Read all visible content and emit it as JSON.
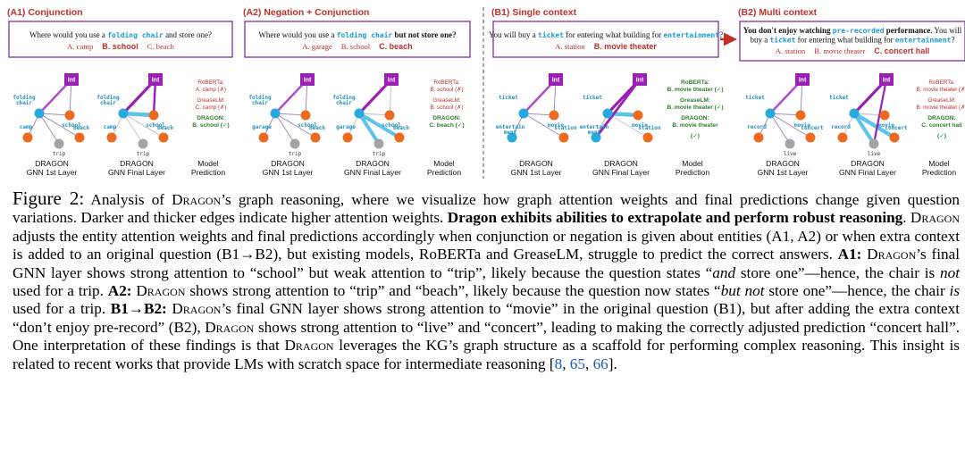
{
  "panels": [
    {
      "title": "(A1) Conjunction",
      "question": {
        "parts": [
          {
            "t": "Where would you use a ",
            "style": "plain"
          },
          {
            "t": "folding chair",
            "style": "blue"
          },
          {
            "t": " and store one?",
            "style": "plain"
          }
        ],
        "options": [
          {
            "t": "A. camp",
            "style": "red"
          },
          {
            "t": "B. school",
            "style": "bred"
          },
          {
            "t": "C. beach",
            "style": "red"
          }
        ]
      },
      "nodes": {
        "top_left": "folding\nchair",
        "mid_right": "school",
        "bottom_left": "camp",
        "bottom_center": "trip",
        "bottom_right": "beach"
      },
      "prediction": [
        {
          "t": "RoBERTa:",
          "style": "red"
        },
        {
          "t": "A. camp (✗)",
          "style": "red"
        },
        {
          "t": "GreaseLM:",
          "style": "red"
        },
        {
          "t": "C. camp (✗)",
          "style": "red"
        },
        {
          "t": "DRAGON:",
          "style": "green"
        },
        {
          "t": "B. school (✓)",
          "style": "green"
        }
      ]
    },
    {
      "title": "(A2) Negation + Conjunction",
      "question": {
        "parts": [
          {
            "t": "Where would you use a ",
            "style": "plain"
          },
          {
            "t": "folding chair",
            "style": "blue"
          },
          {
            "t": " but not store one?",
            "style": "bold"
          }
        ],
        "options": [
          {
            "t": "A. garage",
            "style": "red"
          },
          {
            "t": "B. school",
            "style": "red"
          },
          {
            "t": "C. beach",
            "style": "bred"
          }
        ]
      },
      "nodes": {
        "top_left": "folding\nchair",
        "mid_right": "school",
        "bottom_left": "garage",
        "bottom_center": "trip",
        "bottom_right": "beach"
      },
      "prediction": [
        {
          "t": "RoBERTa:",
          "style": "red"
        },
        {
          "t": "B. school (✗)",
          "style": "red"
        },
        {
          "t": "GreaseLM:",
          "style": "red"
        },
        {
          "t": "B. school (✗)",
          "style": "red"
        },
        {
          "t": "DRAGON:",
          "style": "green"
        },
        {
          "t": "C. beach (✓)",
          "style": "green"
        }
      ]
    },
    {
      "title": "(B1) Single context",
      "question": {
        "parts": [
          {
            "t": "You will buy a ",
            "style": "plain"
          },
          {
            "t": "ticket",
            "style": "blue"
          },
          {
            "t": " for entering what building for ",
            "style": "plain"
          },
          {
            "t": "entertainment",
            "style": "blue"
          },
          {
            "t": "?",
            "style": "plain"
          }
        ],
        "options": [
          {
            "t": "A. station",
            "style": "red"
          },
          {
            "t": "B. movie theater",
            "style": "bred"
          }
        ]
      },
      "nodes": {
        "top_left": "ticket",
        "mid_right": "movie",
        "bottom_left": "entertain\nment",
        "bottom_center": "",
        "bottom_right": "station"
      },
      "prediction": [
        {
          "t": "RoBERTa:",
          "style": "green"
        },
        {
          "t": "B. movie theater (✓)",
          "style": "green"
        },
        {
          "t": "GreaseLM:",
          "style": "green"
        },
        {
          "t": "B. movie theater (✓)",
          "style": "green"
        },
        {
          "t": "DRAGON:",
          "style": "green"
        },
        {
          "t": "B. movie theater",
          "style": "green"
        },
        {
          "t": "(✓)",
          "style": "green"
        }
      ]
    },
    {
      "title": "(B2) Multi context",
      "question": {
        "parts": [
          {
            "t": "You don't enjoy watching ",
            "style": "bold"
          },
          {
            "t": "pre-recorded",
            "style": "blue"
          },
          {
            "t": " performance",
            "style": "bold"
          },
          {
            "t": ". You will buy a ",
            "style": "plain"
          },
          {
            "t": "ticket",
            "style": "blue"
          },
          {
            "t": " for entering what building for ",
            "style": "plain"
          },
          {
            "t": "entertainment",
            "style": "blue"
          },
          {
            "t": "?",
            "style": "plain"
          }
        ],
        "options": [
          {
            "t": "A. station",
            "style": "red"
          },
          {
            "t": "B. movie theater",
            "style": "red"
          },
          {
            "t": "C. concert hall",
            "style": "bred"
          }
        ]
      },
      "nodes": {
        "top_left": "ticket",
        "mid_right": "movie",
        "bottom_left": "record",
        "bottom_center": "live",
        "bottom_right": "concert"
      },
      "prediction": [
        {
          "t": "RoBERTa:",
          "style": "red"
        },
        {
          "t": "B. movie theater (✗)",
          "style": "red"
        },
        {
          "t": "GreaseLM:",
          "style": "red"
        },
        {
          "t": "B. movie theater (✗)",
          "style": "red"
        },
        {
          "t": "DRAGON:",
          "style": "green"
        },
        {
          "t": "C. concert hall",
          "style": "green"
        },
        {
          "t": "(✓)",
          "style": "green"
        }
      ]
    }
  ],
  "int_label": "Int",
  "sublabels": {
    "first": [
      "DRAGON",
      "GNN 1st Layer"
    ],
    "final": [
      "DRAGON",
      "GNN Final Layer"
    ],
    "model": [
      "Model",
      "Prediction"
    ]
  },
  "caption": {
    "segments": [
      {
        "t": "Figure 2:",
        "s": "figlabel"
      },
      {
        "t": " Analysis of ",
        "s": ""
      },
      {
        "t": "Dragon",
        "s": "sc"
      },
      {
        "t": "’s graph reasoning, where we visualize how graph attention weights and final predictions change given question variations. Darker and thicker edges indicate higher attention weights. ",
        "s": ""
      },
      {
        "t": "Dragon exhibits abilities to extrapolate and perform robust reasoning",
        "s": "b"
      },
      {
        "t": ". ",
        "s": ""
      },
      {
        "t": "Dragon",
        "s": "sc"
      },
      {
        "t": " adjusts the entity attention weights and final predictions accordingly when conjunction or negation is given about entities (A1, A2) or when extra context is added to an original question (B1→B2), but existing models, RoBERTa and GreaseLM, struggle to predict the correct answers. ",
        "s": ""
      },
      {
        "t": "A1:",
        "s": "b"
      },
      {
        "t": " ",
        "s": ""
      },
      {
        "t": "Dragon",
        "s": "sc"
      },
      {
        "t": "’s final GNN layer shows strong attention to “school” but weak attention to “trip”, likely because the question states “",
        "s": ""
      },
      {
        "t": "and",
        "s": "i"
      },
      {
        "t": " store one”—hence, the chair is ",
        "s": ""
      },
      {
        "t": "not",
        "s": "i"
      },
      {
        "t": " used for a trip. ",
        "s": ""
      },
      {
        "t": "A2:",
        "s": "b"
      },
      {
        "t": " ",
        "s": ""
      },
      {
        "t": "Dragon",
        "s": "sc"
      },
      {
        "t": " shows strong attention to “trip” and “beach”, likely because the question now states “",
        "s": ""
      },
      {
        "t": "but not",
        "s": "i"
      },
      {
        "t": " store one”—hence, the chair ",
        "s": ""
      },
      {
        "t": "is",
        "s": "i"
      },
      {
        "t": " used for a trip. ",
        "s": ""
      },
      {
        "t": "B1→B2:",
        "s": "b"
      },
      {
        "t": " ",
        "s": ""
      },
      {
        "t": "Dragon",
        "s": "sc"
      },
      {
        "t": "’s final GNN layer shows strong attention to “movie” in the original question (B1), but after adding the extra context “don’t enjoy pre-record” (B2), ",
        "s": ""
      },
      {
        "t": "Dragon",
        "s": "sc"
      },
      {
        "t": " shows strong attention to “live” and “concert”, leading to making the correctly adjusted prediction “concert hall”. One interpretation of these findings is that ",
        "s": ""
      },
      {
        "t": "Dragon",
        "s": "sc"
      },
      {
        "t": " leverages the KG’s graph structure as a scaffold for performing complex reasoning. This insight is related to recent works that provide LMs with scratch space for intermediate reasoning [",
        "s": ""
      },
      {
        "t": "8",
        "s": "cite"
      },
      {
        "t": ", ",
        "s": ""
      },
      {
        "t": "65",
        "s": "cite"
      },
      {
        "t": ", ",
        "s": ""
      },
      {
        "t": "66",
        "s": "cite"
      },
      {
        "t": "].",
        "s": ""
      }
    ]
  }
}
